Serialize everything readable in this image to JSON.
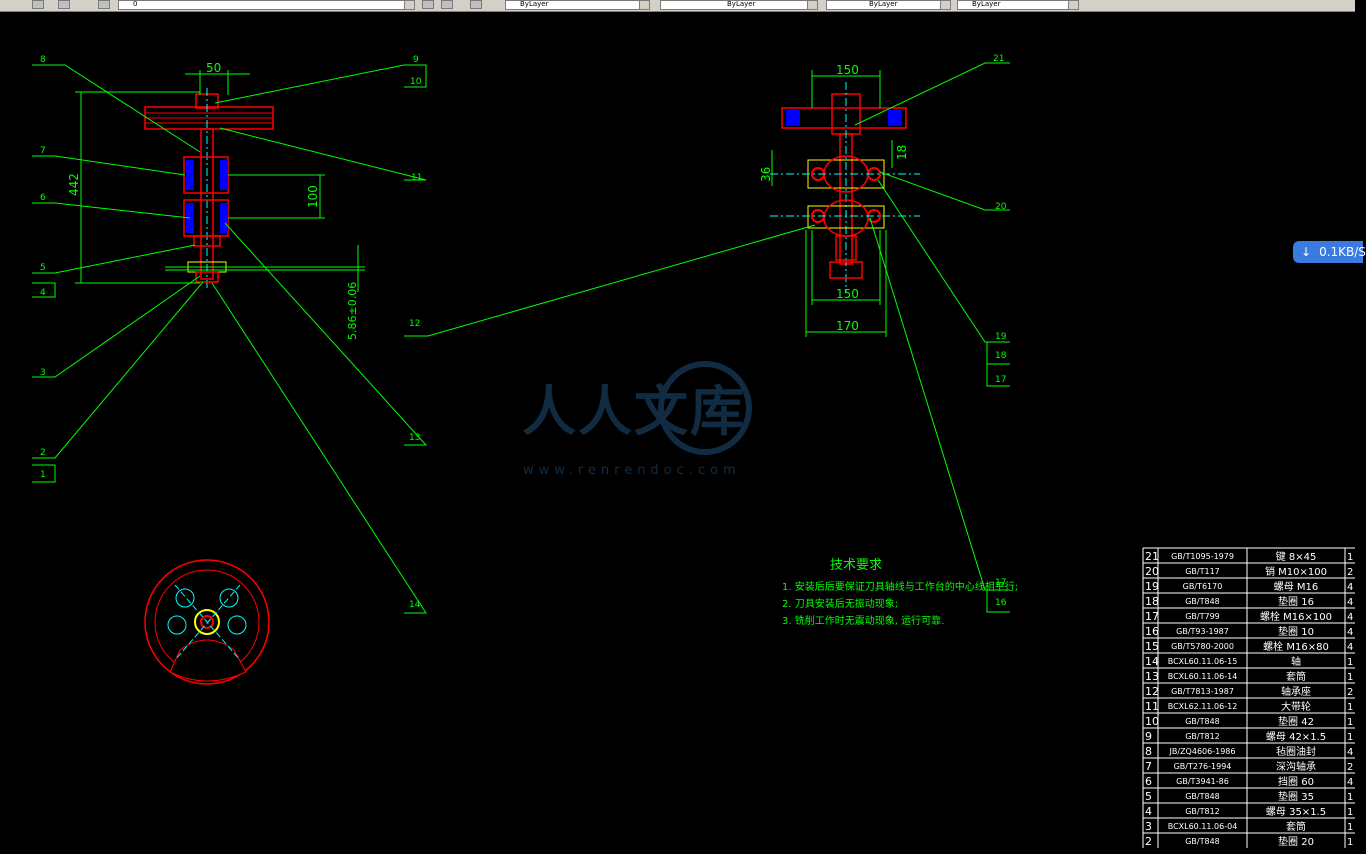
{
  "toolbar": {
    "layer_value": "0",
    "color_value": "ByLayer",
    "linetype_value": "ByLayer",
    "lineweight_value": "ByLayer",
    "plotstyle_value": "ByLayer"
  },
  "notification": {
    "icon": "down-arrow-icon",
    "text": "0.1KB/S"
  },
  "colors": {
    "background": "#000000",
    "leader": "#00ff00",
    "part": "#ff0000",
    "center": "#00ffff",
    "text": "#ffff00",
    "dim": "#00ff00"
  },
  "view1": {
    "dims": {
      "d50": "50",
      "d442": "442",
      "d100": "100",
      "d586": "5.86±0.06"
    },
    "balloons": {
      "b8": "8",
      "b9": "9",
      "b10": "10",
      "b7": "7",
      "b11": "11",
      "b6": "6",
      "b5": "5",
      "b4": "4",
      "b3": "3",
      "b2": "2",
      "b1": "1",
      "b13": "13",
      "b14": "14"
    }
  },
  "view2": {
    "dims": {
      "d150top": "150",
      "d18": "18",
      "d36": "36",
      "d150bot": "150",
      "d170": "170"
    },
    "balloons": {
      "b21": "21",
      "b20": "20",
      "b12": "12",
      "b19": "19",
      "b18": "18",
      "b17a": "17",
      "b17b": "17",
      "b16": "16"
    }
  },
  "watermark": {
    "title": "人人文库",
    "url": "www.renrendoc.com"
  },
  "tech": {
    "heading": "技术要求",
    "items": [
      "1. 安装后后要保证刀具轴线与工作台的中心线相平行;",
      "2. 刀具安装后无振动现象;",
      "3. 铣削工作时无震动现象, 运行可靠."
    ]
  },
  "bom": {
    "rows": [
      {
        "no": "21",
        "code": "GB/T1095-1979",
        "name": "键 8×45",
        "qty": "1"
      },
      {
        "no": "20",
        "code": "GB/T117",
        "name": "销 M10×100",
        "qty": "2"
      },
      {
        "no": "19",
        "code": "GB/T6170",
        "name": "螺母 M16",
        "qty": "4"
      },
      {
        "no": "18",
        "code": "GB/T848",
        "name": "垫圈 16",
        "qty": "4"
      },
      {
        "no": "17",
        "code": "GB/T799",
        "name": "螺栓 M16×100",
        "qty": "4"
      },
      {
        "no": "16",
        "code": "GB/T93-1987",
        "name": "垫圈 10",
        "qty": "4"
      },
      {
        "no": "15",
        "code": "GB/T5780-2000",
        "name": "螺栓 M16×80",
        "qty": "4"
      },
      {
        "no": "14",
        "code": "BCXL60.11.06-15",
        "name": "轴",
        "qty": "1"
      },
      {
        "no": "13",
        "code": "BCXL60.11.06-14",
        "name": "套筒",
        "qty": "1"
      },
      {
        "no": "12",
        "code": "GB/T7813-1987",
        "name": "轴承座",
        "qty": "2"
      },
      {
        "no": "11",
        "code": "BCXL62.11.06-12",
        "name": "大带轮",
        "qty": "1"
      },
      {
        "no": "10",
        "code": "GB/T848",
        "name": "垫圈 42",
        "qty": "1"
      },
      {
        "no": "9",
        "code": "GB/T812",
        "name": "螺母 42×1.5",
        "qty": "1"
      },
      {
        "no": "8",
        "code": "JB/ZQ4606-1986",
        "name": "毡圈油封",
        "qty": "4"
      },
      {
        "no": "7",
        "code": "GB/T276-1994",
        "name": "深沟轴承",
        "qty": "2"
      },
      {
        "no": "6",
        "code": "GB/T3941-86",
        "name": "挡圈 60",
        "qty": "4"
      },
      {
        "no": "5",
        "code": "GB/T848",
        "name": "垫圈 35",
        "qty": "1"
      },
      {
        "no": "4",
        "code": "GB/T812",
        "name": "螺母 35×1.5",
        "qty": "1"
      },
      {
        "no": "3",
        "code": "BCXL60.11.06-04",
        "name": "套筒",
        "qty": "1"
      },
      {
        "no": "2",
        "code": "GB/T848",
        "name": "垫圈 20",
        "qty": "1"
      }
    ]
  }
}
